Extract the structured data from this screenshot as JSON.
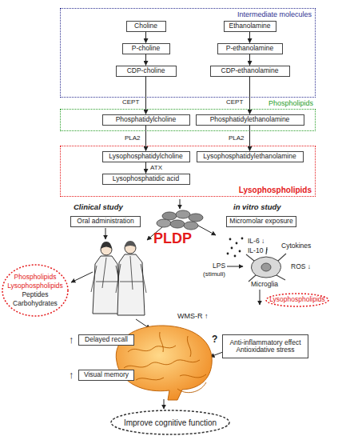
{
  "diagram": {
    "nodes": [
      {
        "text": [
          "Intermediate molecules"
        ]
      },
      {
        "text": [
          "Choline"
        ],
        "in": 0
      },
      {
        "text": [
          "Ethanolamine"
        ],
        "in": 0
      },
      {
        "text": [
          "P-choline"
        ],
        "in": 0
      },
      {
        "text": [
          "P-ethanolamine"
        ],
        "in": 0
      },
      {
        "text": [
          "CDP-choline"
        ],
        "in": 0
      },
      {
        "text": [
          "CDP-ethanolamine"
        ],
        "in": 0
      },
      {
        "text": [
          "Phospholipids"
        ]
      },
      {
        "text": [
          "Phosphatidylcholine"
        ],
        "in": 7
      },
      {
        "text": [
          "Phosphatidylethanolamine"
        ],
        "in": 7
      },
      {
        "text": [
          "Lysophospholipids"
        ]
      },
      {
        "text": [
          "Lysophosphatidylcholine"
        ],
        "in": 10
      },
      {
        "text": [
          "Lysophosphatidylethanolamine"
        ],
        "in": 10
      },
      {
        "text": [
          "Lysophosphatidic acid"
        ],
        "in": 10
      },
      {
        "text": [
          "Oral administration"
        ]
      },
      {
        "text": [
          "Micromolar exposure"
        ]
      },
      {
        "text": [
          "Phospholipids",
          "Lysophospholipids",
          "Peptides",
          "Carbohydrates"
        ]
      },
      {
        "text": [
          "Lysophospholipids"
        ]
      },
      {
        "text": [
          "Delayed recall"
        ]
      },
      {
        "text": [
          "Anti-inflammatory effect",
          "Antioxidative stress"
        ]
      },
      {
        "text": [
          "Visual memory"
        ]
      },
      {
        "text": [
          "Improve cognitive function"
        ]
      }
    ],
    "edges": [
      {
        "from": 1,
        "to": 3,
        "arrow": "to"
      },
      {
        "from": 2,
        "to": 4,
        "arrow": "to"
      },
      {
        "from": 3,
        "to": 5,
        "arrow": "to"
      },
      {
        "from": 4,
        "to": 6,
        "arrow": "to"
      },
      {
        "from": 5,
        "to": 8,
        "label": "CEPT",
        "arrow": "to"
      },
      {
        "from": 6,
        "to": 9,
        "label": "CEPT",
        "arrow": "to"
      },
      {
        "from": 8,
        "to": 11,
        "label": "PLA2",
        "arrow": "to"
      },
      {
        "from": 9,
        "to": 12,
        "label": "PLA2",
        "arrow": "to"
      },
      {
        "from": 11,
        "to": 13,
        "label": "ATX",
        "arrow": "to"
      }
    ],
    "labels": [
      "Clinical study",
      "in vitro study",
      "PLDP",
      "IL-6 ↓",
      "IL-10 ↑",
      "Cytokines",
      "LPS",
      "(stimuli)",
      "Microglia",
      "ROS ↓",
      "WMS-R ↑",
      "↑",
      "↑",
      "?"
    ]
  }
}
